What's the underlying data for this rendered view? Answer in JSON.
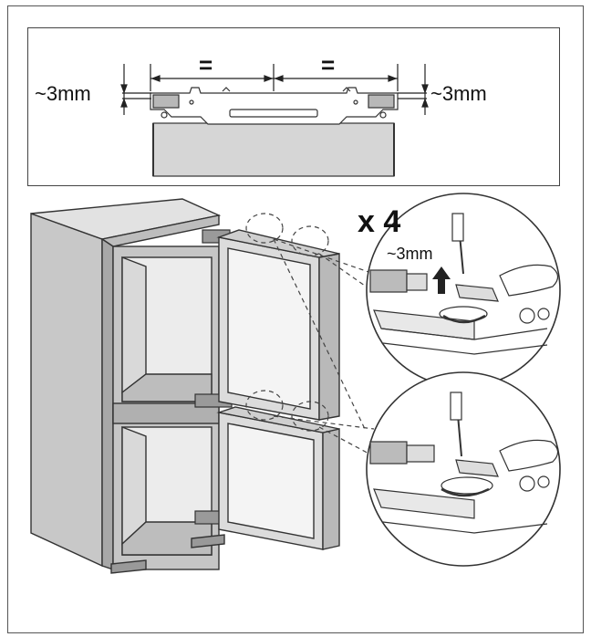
{
  "top_diagram": {
    "left_gap": "~3mm",
    "right_gap": "~3mm",
    "equal_left": "=",
    "equal_right": "="
  },
  "main_diagram": {
    "multiplier": "x 4",
    "lift_amount": "~3mm"
  }
}
